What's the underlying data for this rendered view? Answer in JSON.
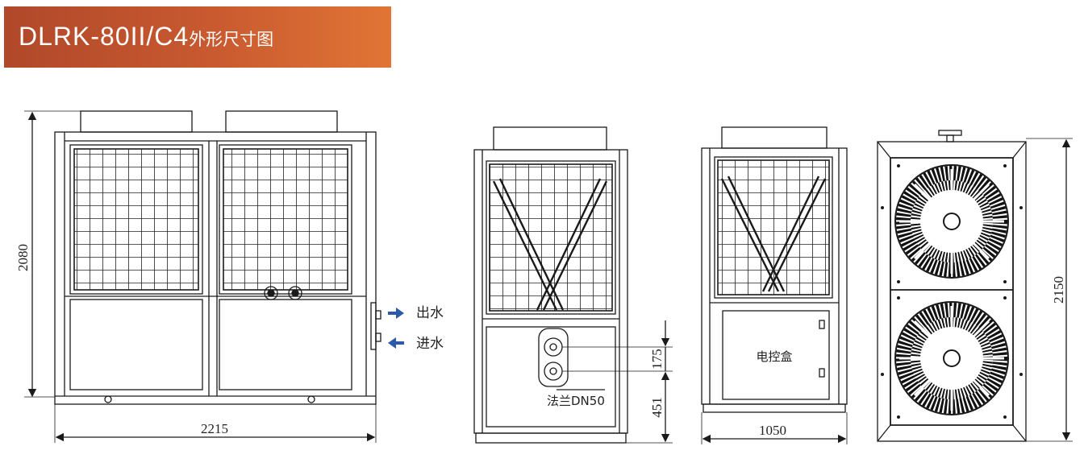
{
  "title": {
    "model": "DLRK-80II/C4",
    "suffix": "外形尺寸图"
  },
  "dimensions": {
    "front_width": "2215",
    "front_height": "2080",
    "side_flange_upper": "175",
    "side_flange_lower": "451",
    "side_width": "1050",
    "top_length": "2150"
  },
  "labels": {
    "water_out": "出水",
    "water_in": "进水",
    "flange": "法兰DN50",
    "control_box": "电控盒"
  },
  "colors": {
    "banner_start": "#b0482a",
    "banner_end": "#e07535",
    "arrow": "#2a5aa8",
    "line": "#1a1a1a"
  }
}
